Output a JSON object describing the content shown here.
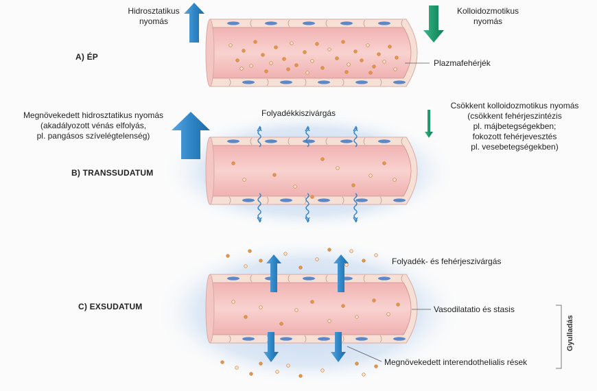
{
  "panels": {
    "a": {
      "label": "A) ÉP",
      "hydrostatic": [
        "Hidrosztatikus",
        "nyomás"
      ],
      "colloid": [
        "Kolloidozmotikus",
        "nyomás"
      ],
      "plasma_protein": "Plazmafehérjék"
    },
    "b": {
      "label": "B) TRANSSUDATUM",
      "hydrostatic": [
        "Megnövekedett hidrosztatikus nyomás",
        "(akadályozott vénás elfolyás,",
        "pl. pangásos szívelégtelenség)"
      ],
      "leak": "Folyadékkiszivárgás",
      "colloid": [
        "Csökkent kolloidozmotikus nyomás",
        "(csökkent fehérjeszintézis",
        "pl. májbetegségekben;",
        "fokozott fehérjevesztés",
        "pl. vesebetegségekben)"
      ]
    },
    "c": {
      "label": "C) EXSUDATUM",
      "leak": "Folyadék- és fehérjeszivárgás",
      "vasodilation": "Vasodilatatio és stasis",
      "gaps": "Megnövekedett interendothelialis rések",
      "inflammation": "Gyulladás"
    }
  },
  "colors": {
    "blue_arrow": "#2f86c6",
    "green_arrow": "#1f9a6c",
    "vessel_lumen": "#f4c3c2",
    "vessel_wall": "#f6e0d6",
    "cell_nucleus": "#5c88c8",
    "protein": "#e2994a",
    "halo": "#bcd3ee"
  }
}
